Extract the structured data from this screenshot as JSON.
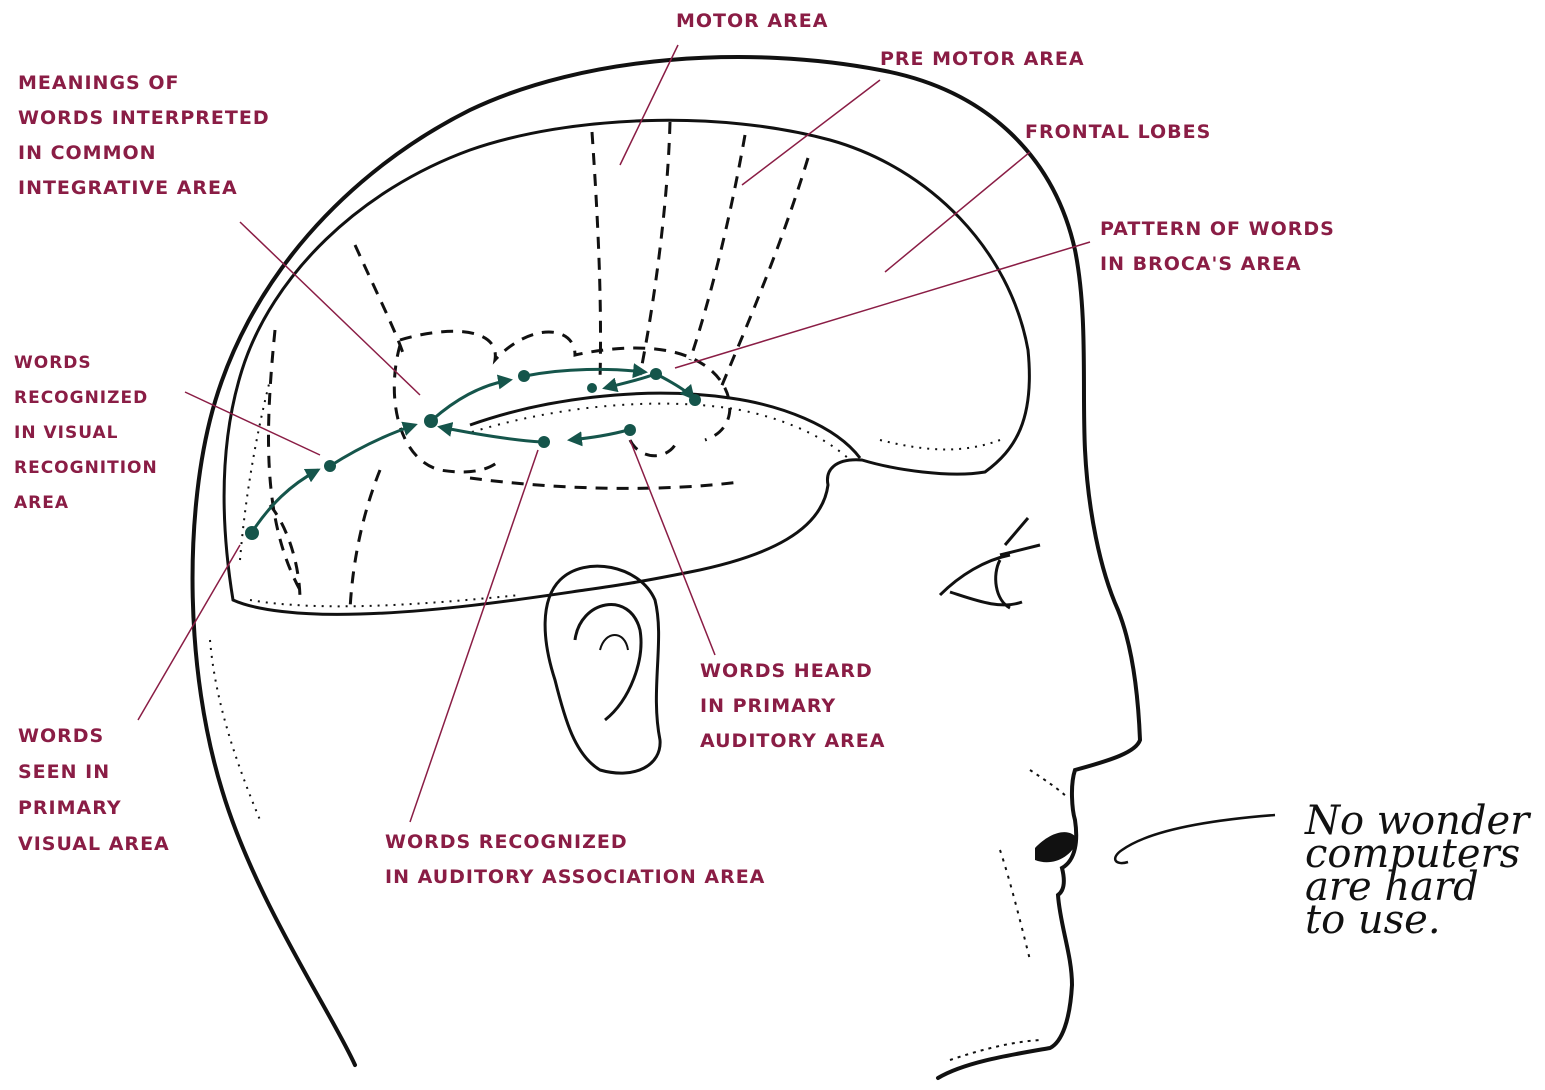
{
  "colors": {
    "label": "#8a1d45",
    "pathway": "#15554b",
    "ink": "#111111"
  },
  "labels": {
    "motor_area": "MOTOR AREA",
    "premotor_area": "PRE MOTOR AREA",
    "frontal_lobes": "FRONTAL LOBES",
    "brocas_area": "PATTERN OF WORDS\nIN BROCA'S AREA",
    "common_integrative": "MEANINGS OF\nWORDS INTERPRETED\nIN COMMON\nINTEGRATIVE AREA",
    "visual_recognition": "WORDS\nRECOGNIZED\nIN VISUAL\nRECOGNITION\nAREA",
    "primary_visual": "WORDS\nSEEN IN\nPRIMARY\nVISUAL AREA",
    "primary_auditory": "WORDS HEARD\nIN PRIMARY\nAUDITORY AREA",
    "auditory_association": "WORDS RECOGNIZED\nIN AUDITORY ASSOCIATION AREA"
  },
  "caption": "No wonder\ncomputers\nare hard\nto use."
}
